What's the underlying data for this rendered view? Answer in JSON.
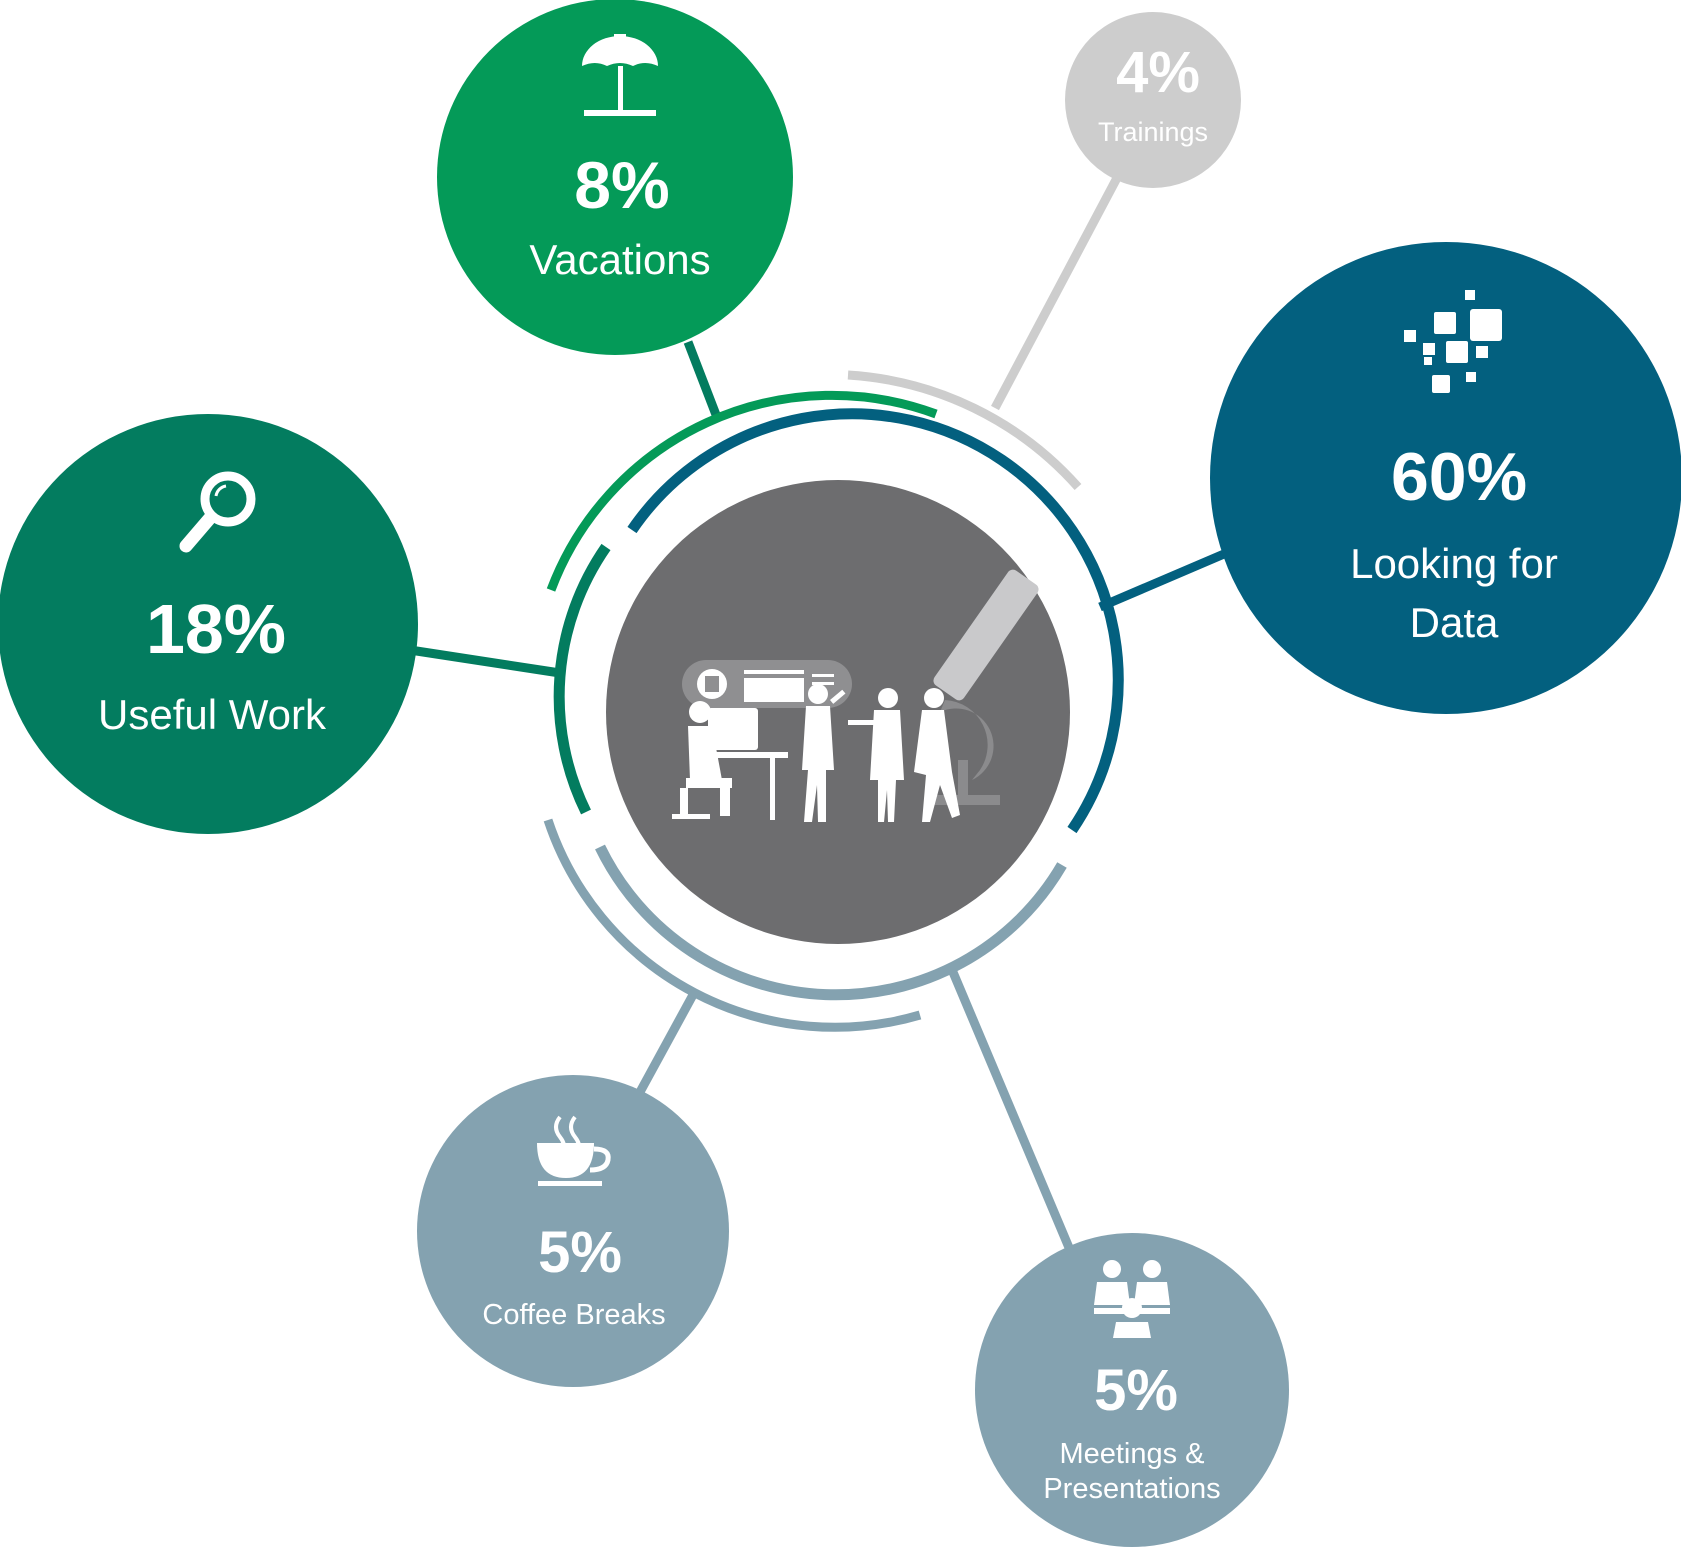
{
  "colors": {
    "vacations": "#049a58",
    "trainings": "#cdcdcd",
    "looking_for_data": "#03607f",
    "useful_work": "#037c5f",
    "coffee": "#84a2b0",
    "meetings": "#84a2b0",
    "center": "#6d6d6f",
    "ring_blue": "#03607f",
    "ring_green": "#049a58",
    "ring_teal": "#037c5f",
    "ring_grey": "#cdcdcd",
    "ring_slate": "#84a2b0"
  },
  "items": {
    "vacations": {
      "percent": "8%",
      "label": "Vacations",
      "icon": "beach-umbrella-icon"
    },
    "trainings": {
      "percent": "4%",
      "label": "Trainings"
    },
    "looking_for_data": {
      "percent": "60%",
      "label_line1": "Looking for",
      "label_line2": "Data",
      "icon": "data-pixels-icon"
    },
    "useful_work": {
      "percent": "18%",
      "label": "Useful Work",
      "icon": "magnifier-icon"
    },
    "coffee_breaks": {
      "percent": "5%",
      "label": "Coffee Breaks",
      "icon": "coffee-cup-icon"
    },
    "meetings": {
      "percent": "5%",
      "label_line1": "Meetings &",
      "label_line2": "Presentations",
      "icon": "people-meeting-icon"
    }
  },
  "center": {
    "icon": "workplace-people-microscope-icon"
  }
}
